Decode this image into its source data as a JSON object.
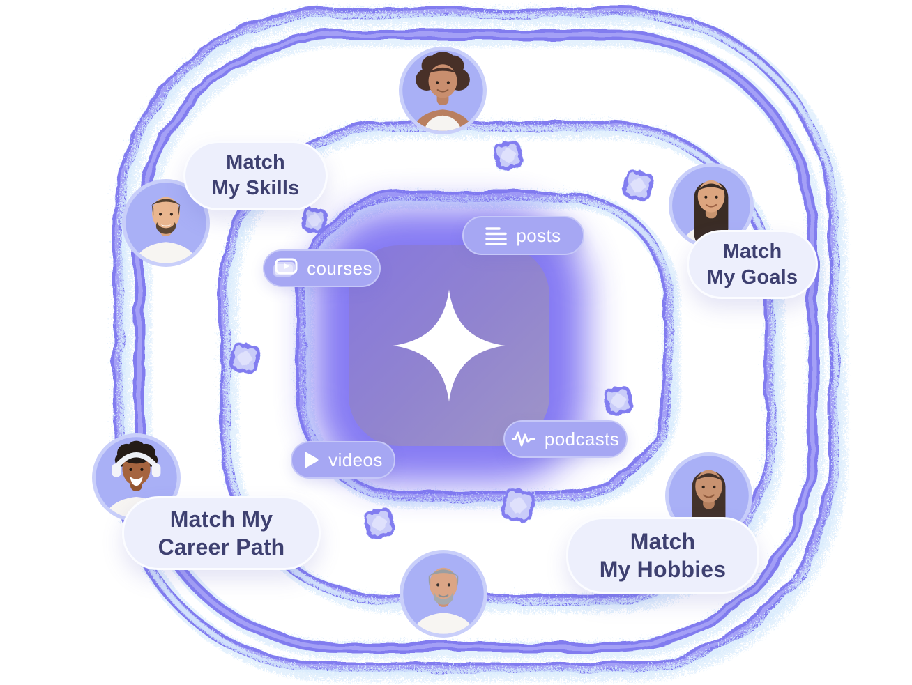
{
  "palette": {
    "background": "#ffffff",
    "ring_main": "#7b76ef",
    "ring_core": "#a8a4f7",
    "ring_speckle": "#d9ecfd",
    "glow": "#7b6ff2",
    "card_grad_a": "#8677dd",
    "card_grad_b": "#9184cf",
    "card_grad_c": "#9f95c7",
    "star": "#ffffff",
    "pill_bg": "#edeffc",
    "pill_border": "#fbfcff",
    "pill_text": "#3e4070",
    "tag_bg": "#a6a7f3",
    "tag_border": "#c6c8f8",
    "tag_text": "#ffffff",
    "avatar_ring": "#c9cffa",
    "avatar_bg": "#a9b0f6",
    "cube_fill": "#c9ccf9",
    "cube_inner": "#dfe1fc",
    "cube_border": "#827df0"
  },
  "center_card": {
    "icon": "sparkle-star-icon"
  },
  "match_labels": {
    "skills": {
      "line1": "Match",
      "line2": "My Skills"
    },
    "goals": {
      "line1": "Match",
      "line2": "My Goals"
    },
    "career": {
      "line1": "Match My",
      "line2": "Career Path"
    },
    "hobbies": {
      "line1": "Match",
      "line2": "My Hobbies"
    }
  },
  "content_tags": {
    "posts": {
      "label": "posts",
      "icon": "posts-lines-icon"
    },
    "courses": {
      "label": "courses",
      "icon": "course-slides-play-icon"
    },
    "videos": {
      "label": "videos",
      "icon": "play-icon"
    },
    "podcasts": {
      "label": "podcasts",
      "icon": "waveform-icon"
    }
  },
  "avatars": {
    "top": {
      "description": "young woman with dark curly hair"
    },
    "skills": {
      "description": "man with short brown hair and beard"
    },
    "goals": {
      "description": "woman with long straight dark hair"
    },
    "career": {
      "description": "young man with curly hair wearing white headphones"
    },
    "hobbies": {
      "description": "young woman with long dark hair"
    },
    "senior": {
      "description": "older man with gray hair and beard"
    }
  }
}
